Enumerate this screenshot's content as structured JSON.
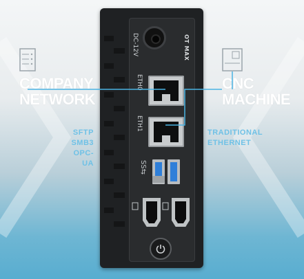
{
  "left": {
    "title_lines": [
      "COMPANY",
      "NETWORK"
    ],
    "protocols": [
      "SFTP",
      "SMB3",
      "OPC-UA"
    ],
    "icon": "server-rack-icon"
  },
  "right": {
    "title_lines": [
      "CNC",
      "MACHINE"
    ],
    "protocols": [
      "TRADITIONAL",
      "ETHERNET"
    ],
    "icon": "cnc-machine-icon"
  },
  "device": {
    "power_label": "DC-12V",
    "port1_label": "ETH0",
    "port2_label": "ETH1",
    "usb_symbol": "SS⇆",
    "brand": "OT MAX"
  },
  "colors": {
    "label": "#ffffff",
    "protocol": "#6fc1e6",
    "connector_line": "#4ab3e3",
    "usb_blue": "#2f7fd9"
  }
}
